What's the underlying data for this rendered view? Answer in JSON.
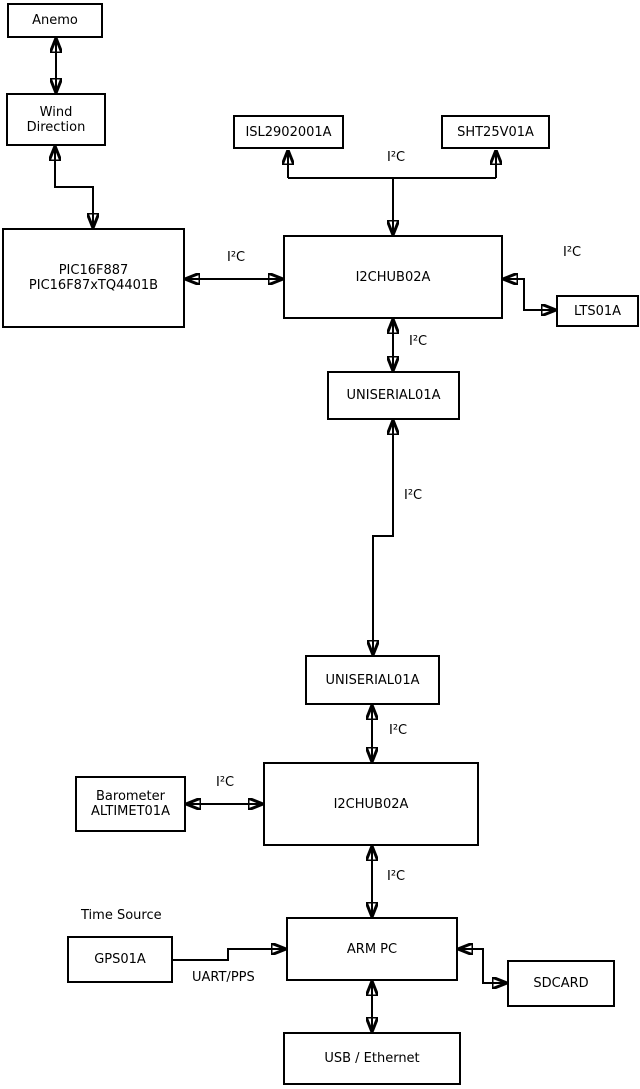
{
  "diagram": {
    "nodes": {
      "anemo": {
        "label": "Anemo"
      },
      "wind_direction": {
        "label": "Wind\nDirection"
      },
      "pic": {
        "label": "PIC16F887\nPIC16F87xTQ4401B"
      },
      "isl": {
        "label": "ISL2902001A"
      },
      "sht": {
        "label": "SHT25V01A"
      },
      "i2chub_top": {
        "label": "I2CHUB02A"
      },
      "lts": {
        "label": "LTS01A"
      },
      "uniserial_top": {
        "label": "UNISERIAL01A"
      },
      "uniserial_bottom": {
        "label": "UNISERIAL01A"
      },
      "i2chub_bottom": {
        "label": "I2CHUB02A"
      },
      "barometer": {
        "label": "Barometer\nALTIMET01A"
      },
      "arm_pc": {
        "label": "ARM PC"
      },
      "gps": {
        "label": "GPS01A"
      },
      "sdcard": {
        "label": "SDCARD"
      },
      "usb_ethernet": {
        "label": "USB / Ethernet"
      }
    },
    "edge_labels": {
      "i2c": "I²C",
      "time_source": "Time Source",
      "uart_pps": "UART/PPS"
    },
    "colors": {
      "background": "#ffffff",
      "stroke": "#000000",
      "text": "#000000"
    }
  }
}
